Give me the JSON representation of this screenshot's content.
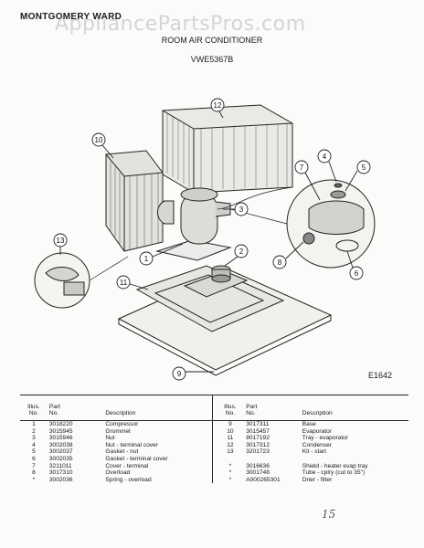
{
  "header": {
    "brand": "MONTGOMERY WARD",
    "watermark": "AppliancePartsPros.com",
    "title": "ROOM AIR CONDITIONER",
    "model": "VWE5367B"
  },
  "diagram": {
    "figure_ref": "E1642",
    "callouts": [
      "1",
      "2",
      "3",
      "4",
      "5",
      "6",
      "7",
      "8",
      "9",
      "10",
      "11",
      "12",
      "13"
    ]
  },
  "parts_table": {
    "headers": {
      "ill": "Illus.\nNo.",
      "part": "Part\nNo.",
      "desc": "Description"
    },
    "left": [
      {
        "ill": "1",
        "part": "3018220",
        "desc": "Compressor"
      },
      {
        "ill": "2",
        "part": "3015945",
        "desc": "Grommet"
      },
      {
        "ill": "3",
        "part": "3015946",
        "desc": "Nut"
      },
      {
        "ill": "4",
        "part": "3002038",
        "desc": "Nut - terminal cover"
      },
      {
        "ill": "5",
        "part": "3002037",
        "desc": "Gasket - nut"
      },
      {
        "ill": "6",
        "part": "3002035",
        "desc": "Gasket - terminal cover"
      },
      {
        "ill": "7",
        "part": "3211011",
        "desc": "Cover - terminal"
      },
      {
        "ill": "8",
        "part": "3017310",
        "desc": "Overload"
      },
      {
        "ill": "*",
        "part": "3002036",
        "desc": "Spring - overload"
      }
    ],
    "right": [
      {
        "ill": "9",
        "part": "3017311",
        "desc": "Base"
      },
      {
        "ill": "10",
        "part": "3015457",
        "desc": "Evaporator"
      },
      {
        "ill": "11",
        "part": "8017192",
        "desc": "Tray - evaporator"
      },
      {
        "ill": "12",
        "part": "3017312",
        "desc": "Condenser"
      },
      {
        "ill": "13",
        "part": "3201723",
        "desc": "Kit - start"
      },
      {
        "ill": "",
        "part": "",
        "desc": ""
      },
      {
        "ill": "*",
        "part": "3016636",
        "desc": "Shield - heater evap tray"
      },
      {
        "ill": "*",
        "part": "3001748",
        "desc": "Tube - cplry (cut to 35\")"
      },
      {
        "ill": "*",
        "part": "A000265301",
        "desc": "Drier - filter"
      }
    ]
  },
  "signature": "15"
}
